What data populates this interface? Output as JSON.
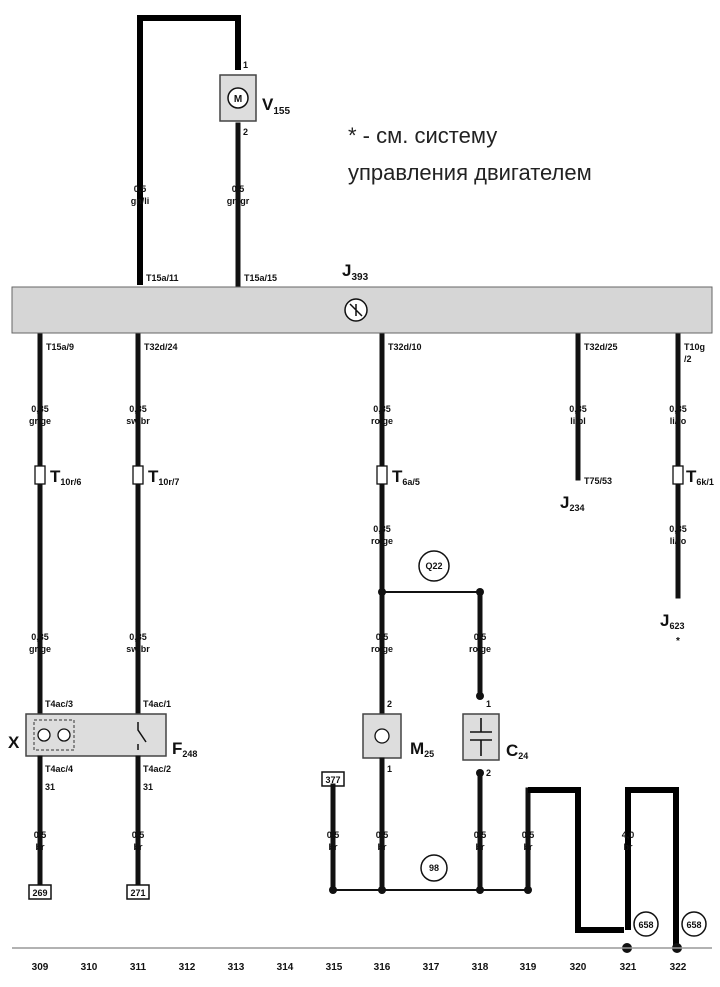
{
  "note": {
    "line1": "* - см. систему",
    "line2": "управления двигателем"
  },
  "control_unit": {
    "label": "J",
    "sub": "393"
  },
  "motor_v": {
    "label": "V",
    "sub": "155",
    "pin_top": "1",
    "pin_bottom": "2",
    "symbol": "M"
  },
  "top_wires": [
    {
      "size": "0,5",
      "color": "gn/li",
      "terminal": "T15a/11"
    },
    {
      "size": "0,5",
      "color": "gn/gr",
      "terminal": "T15a/15"
    }
  ],
  "bottom_terminals": {
    "c309": "T15a/9",
    "c311": "T32d/24",
    "c316": "T32d/10",
    "c320": "T32d/25",
    "c322a": "T10g",
    "c322b": "/2"
  },
  "wires": {
    "w309a": {
      "size": "0,35",
      "color": "gr/ge"
    },
    "w311a": {
      "size": "0,35",
      "color": "sw/br"
    },
    "w316a": {
      "size": "0,35",
      "color": "ro/ge"
    },
    "w320a": {
      "size": "0,35",
      "color": "li/bl"
    },
    "w322a": {
      "size": "0,35",
      "color": "li/ro"
    },
    "w316b": {
      "size": "0,35",
      "color": "ro/ge"
    },
    "w322b": {
      "size": "0,35",
      "color": "li/ro"
    },
    "w309b": {
      "size": "0,35",
      "color": "gr/ge"
    },
    "w311b": {
      "size": "0,35",
      "color": "sw/br"
    },
    "w316c": {
      "size": "0,5",
      "color": "ro/ge"
    },
    "w318c": {
      "size": "0,5",
      "color": "ro/ge"
    },
    "g315": {
      "size": "0,5",
      "color": "br"
    },
    "g309": {
      "size": "0,5",
      "color": "br"
    },
    "g311": {
      "size": "0,5",
      "color": "br"
    },
    "g316": {
      "size": "0,5",
      "color": "br"
    },
    "g318": {
      "size": "0,5",
      "color": "br"
    },
    "g319": {
      "size": "0,5",
      "color": "br"
    },
    "g321": {
      "size": "4,0",
      "color": "br"
    }
  },
  "connectors": {
    "t309": {
      "label": "T",
      "sub": "10r/6"
    },
    "t311": {
      "label": "T",
      "sub": "10r/7"
    },
    "t316": {
      "label": "T",
      "sub": "6a/5"
    },
    "t322": {
      "label": "T",
      "sub": "6k/1"
    }
  },
  "j234": {
    "label": "J",
    "sub": "234",
    "terminal": "T75/53"
  },
  "j623": {
    "label": "J",
    "sub": "623",
    "mark": "*"
  },
  "ref_q22": "Q22",
  "ref_98": "98",
  "ref_658a": "658",
  "ref_658b": "658",
  "ref_377": "377",
  "ref_269": "269",
  "ref_271": "271",
  "x_comp": {
    "label": "X",
    "t_top_309": "T4ac/3",
    "t_top_311": "T4ac/1",
    "t_bot_309": "T4ac/4",
    "t_bot_311": "T4ac/2",
    "n_309": "31",
    "n_311": "31"
  },
  "f248": {
    "label": "F",
    "sub": "248"
  },
  "m25": {
    "label": "M",
    "sub": "25",
    "pin_top": "2",
    "pin_bottom": "1"
  },
  "c24": {
    "label": "C",
    "sub": "24",
    "pin_top": "1",
    "pin_bottom": "2"
  },
  "columns": [
    "309",
    "310",
    "311",
    "312",
    "313",
    "314",
    "315",
    "316",
    "317",
    "318",
    "319",
    "320",
    "321",
    "322"
  ]
}
